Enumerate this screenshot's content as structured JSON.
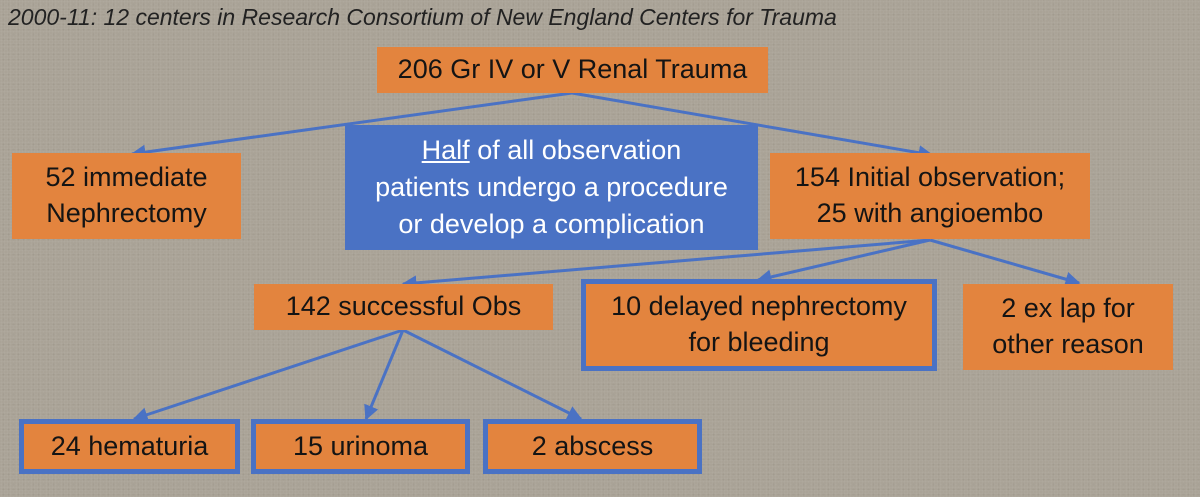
{
  "subtitle": "2000-11: 12 centers in Research Consortium of New England Centers for Trauma",
  "nodes": {
    "root": "206 Gr IV or V Renal Trauma",
    "immediate_line1": "52 immediate",
    "immediate_line2": "Nephrectomy",
    "callout_underlined": "Half",
    "callout_line1_rest": " of all observation",
    "callout_line2": "patients undergo a procedure",
    "callout_line3": "or develop a complication",
    "observation_line1": "154 Initial observation;",
    "observation_line2": "25 with angioembo",
    "successful_obs": "142 successful Obs",
    "delayed_line1": "10 delayed nephrectomy",
    "delayed_line2": "for bleeding",
    "exlap_line1": "2 ex lap for",
    "exlap_line2": "other reason",
    "hematuria": "24 hematuria",
    "urinoma": "15 urinoma",
    "abscess": "2 abscess"
  },
  "colors": {
    "background": "#aaa397",
    "node_fill": "#e3843e",
    "arrow": "#4a72c4",
    "callout_fill": "#4a72c4",
    "callout_text": "#ffffff"
  }
}
